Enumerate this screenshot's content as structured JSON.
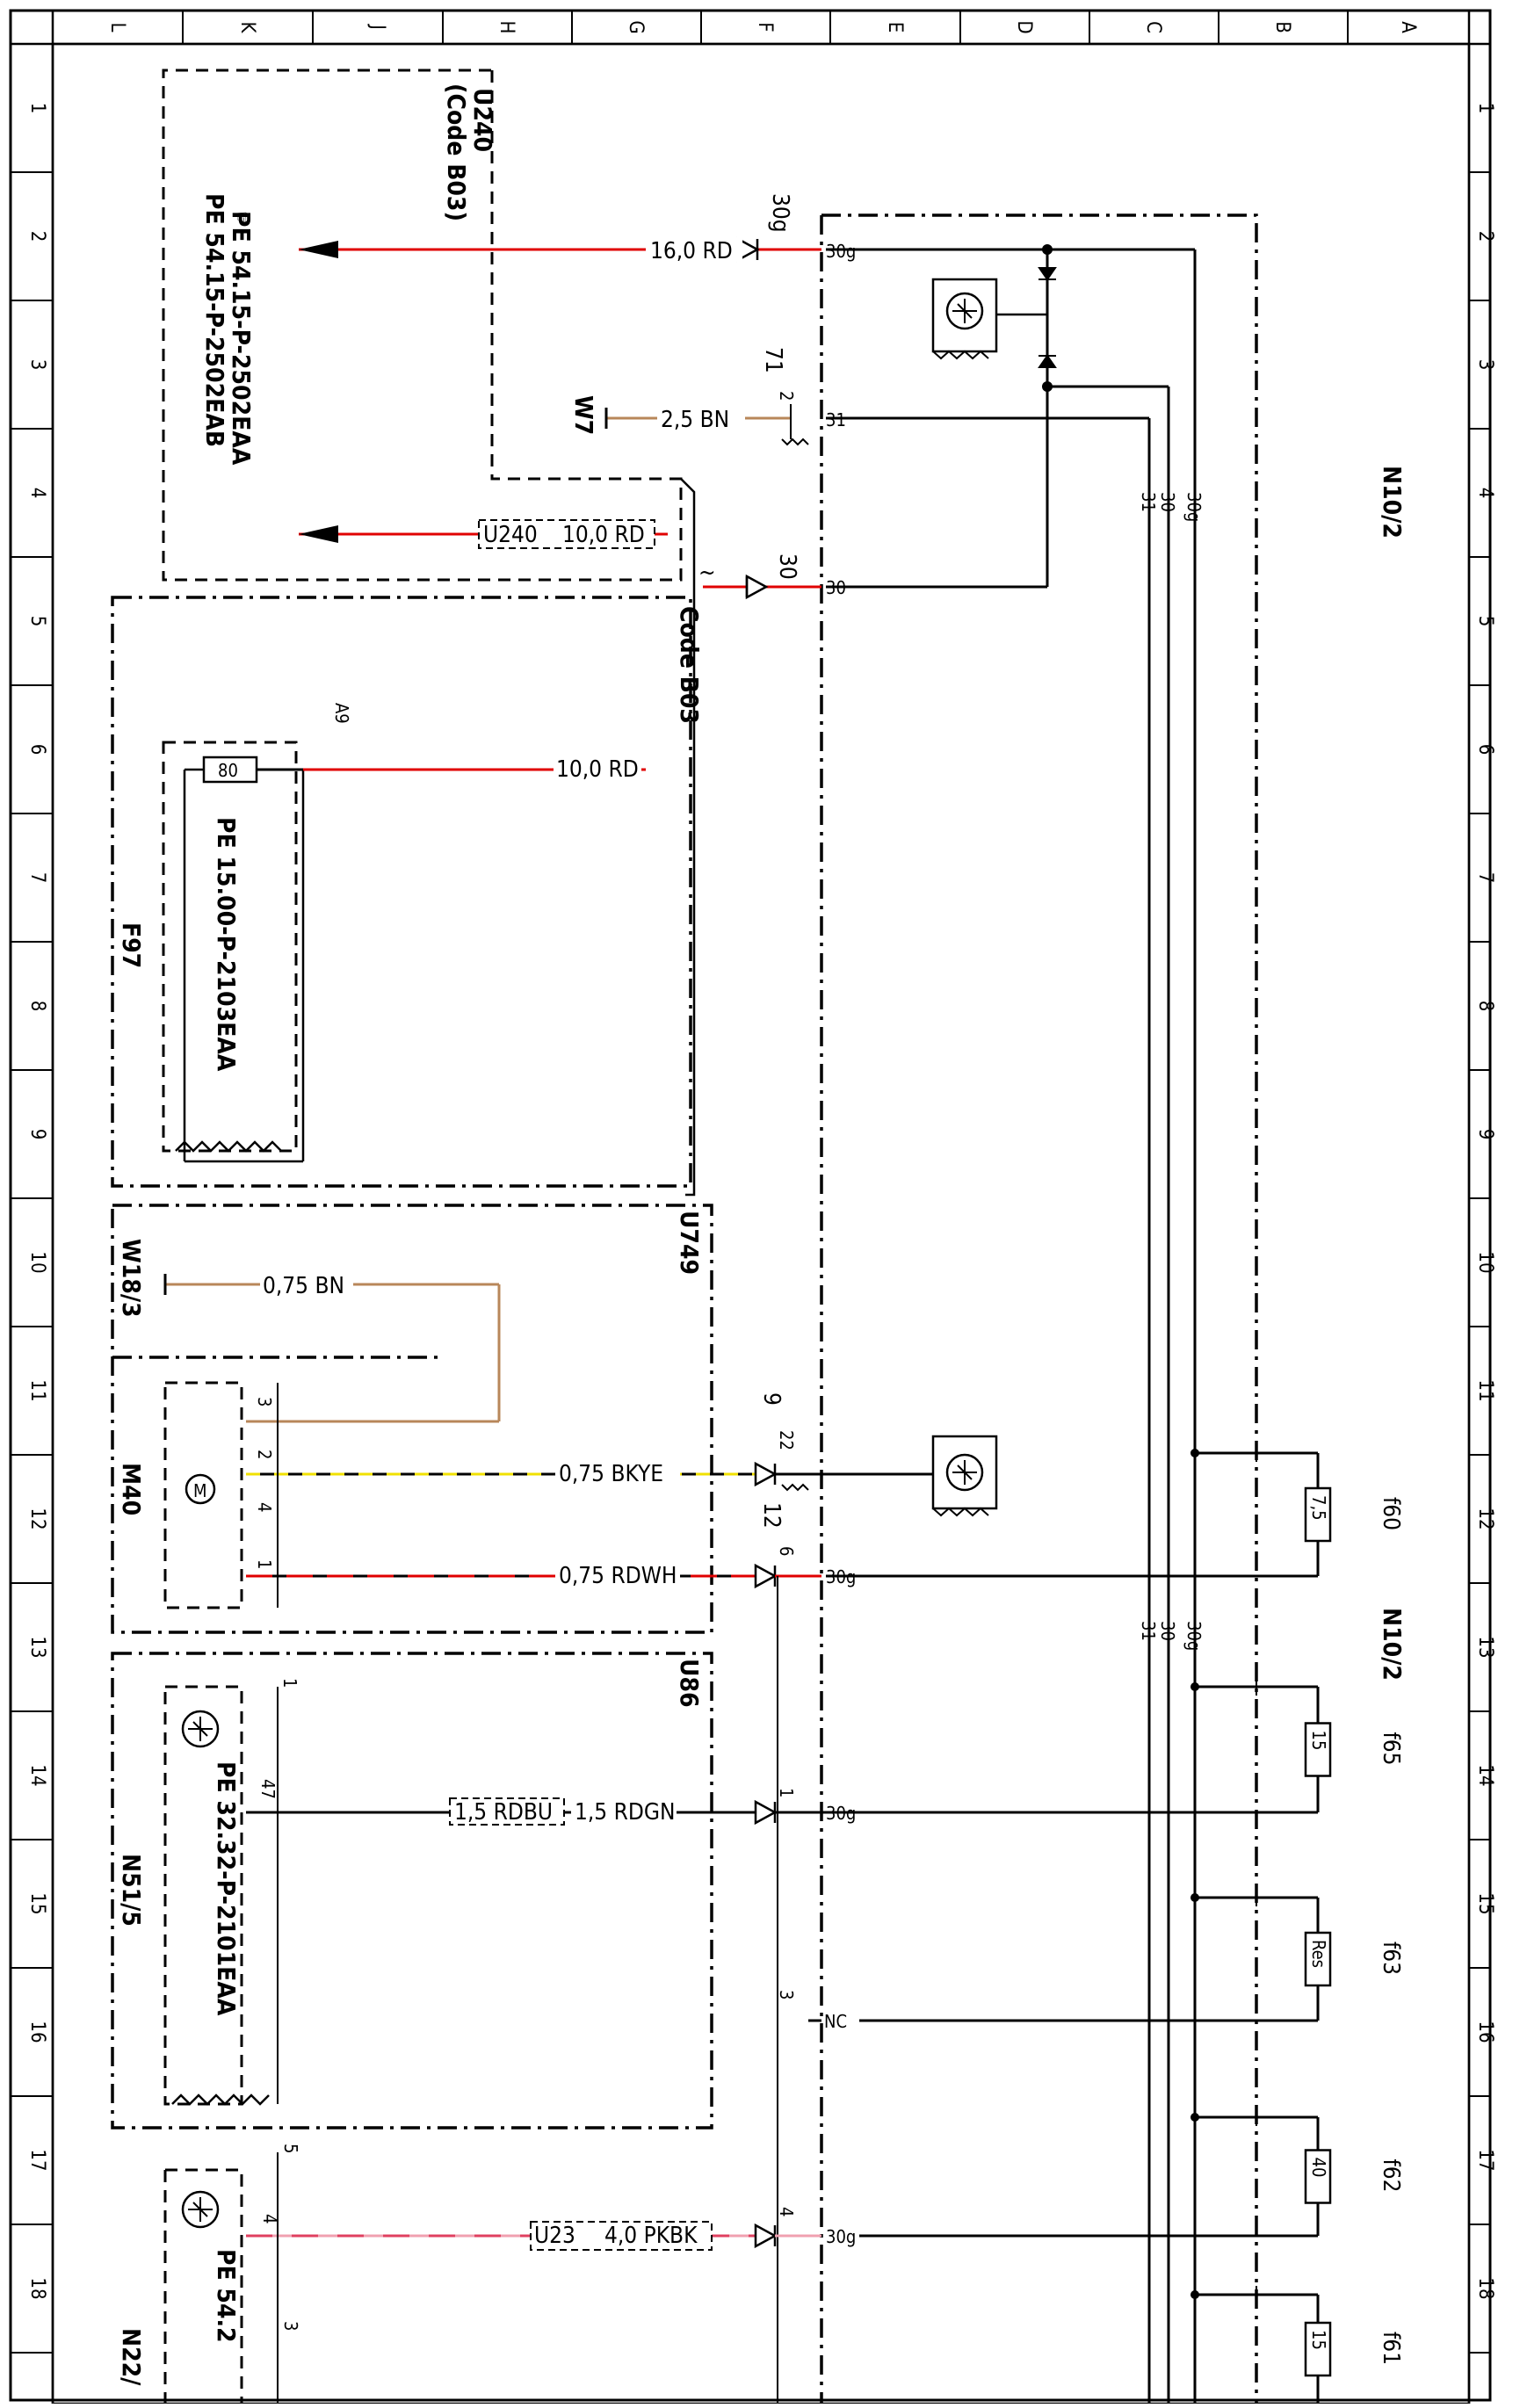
{
  "frame": {
    "row_letters": [
      "L",
      "K",
      "J",
      "H",
      "G",
      "F",
      "E",
      "D",
      "C",
      "B",
      "A"
    ],
    "col_numbers": [
      "1",
      "2",
      "3",
      "4",
      "5",
      "6",
      "7",
      "8",
      "9",
      "10",
      "11",
      "12",
      "13",
      "14",
      "15",
      "16",
      "17",
      "18"
    ]
  },
  "colors": {
    "rd": "#e00000",
    "bn": "#b8875a",
    "ye": "#f0e000",
    "pk": "#f0a0b0",
    "black": "#000000"
  },
  "components": {
    "n10_2_top": "N10/2",
    "n10_2_mid": "N10/2",
    "u240_title": "U240",
    "u240_code": "(Code B03)",
    "code_b03": "Code B03",
    "u749": "U749",
    "u86": "U86",
    "f97": "F97",
    "m40": "M40",
    "n51_5": "N51/5",
    "n22": "N22/",
    "w7": "W7",
    "w18_3": "W18/3",
    "a9": "A9",
    "m_symbol": "M"
  },
  "references": {
    "pe_u240_1": "PE 54.15-P-2502EAA",
    "pe_u240_2": "PE 54.15-P-2502EAB",
    "pe_f97": "PE 15.00-P-2103EAA",
    "pe_n51": "PE 32.32-P-2101EAA",
    "pe_n22": "PE 54.2"
  },
  "wires": {
    "w1": "16,0 RD",
    "w2": "2,5 BN",
    "w3_code": "U240",
    "w3": "10,0 RD",
    "w4": "10,0 RD",
    "w5": "0,75 BN",
    "w6": "0,75 BKYE",
    "w7": "0,75 RDWH",
    "w8_box": "1,5 RDBU",
    "w8": "1,5 RDGN",
    "w9_code": "U23",
    "w9": "4,0 PKBK"
  },
  "pins": {
    "p30g_top": "30g",
    "p30g_conn": "30g",
    "p71": "71",
    "p2": "2",
    "p31": "31",
    "p30_out": "30",
    "p30_conn": "30",
    "p9": "9",
    "p22": "22",
    "p12": "12",
    "p6": "6",
    "p30g_12": "30g",
    "p1_14": "1",
    "p30g_14": "30g",
    "p3_16": "3",
    "nc": "NC",
    "p4_17": "4",
    "p30g_17": "30g",
    "m40_3": "3",
    "m40_2": "2",
    "m40_4": "4",
    "m40_1": "1",
    "n51_1": "1",
    "n51_47": "47",
    "n22_5": "5",
    "n22_4": "4",
    "n22_3": "3",
    "fuse_80": "80",
    "bus_31": "31",
    "bus_30": "30",
    "bus_30g": "30g",
    "bus2_31": "31",
    "bus2_30": "30",
    "bus2_30g": "30g"
  },
  "fuses": [
    {
      "name": "f60",
      "rating": "7,5"
    },
    {
      "name": "f65",
      "rating": "15"
    },
    {
      "name": "f63",
      "rating": "Res"
    },
    {
      "name": "f62",
      "rating": "40"
    },
    {
      "name": "f61",
      "rating": "15"
    }
  ]
}
